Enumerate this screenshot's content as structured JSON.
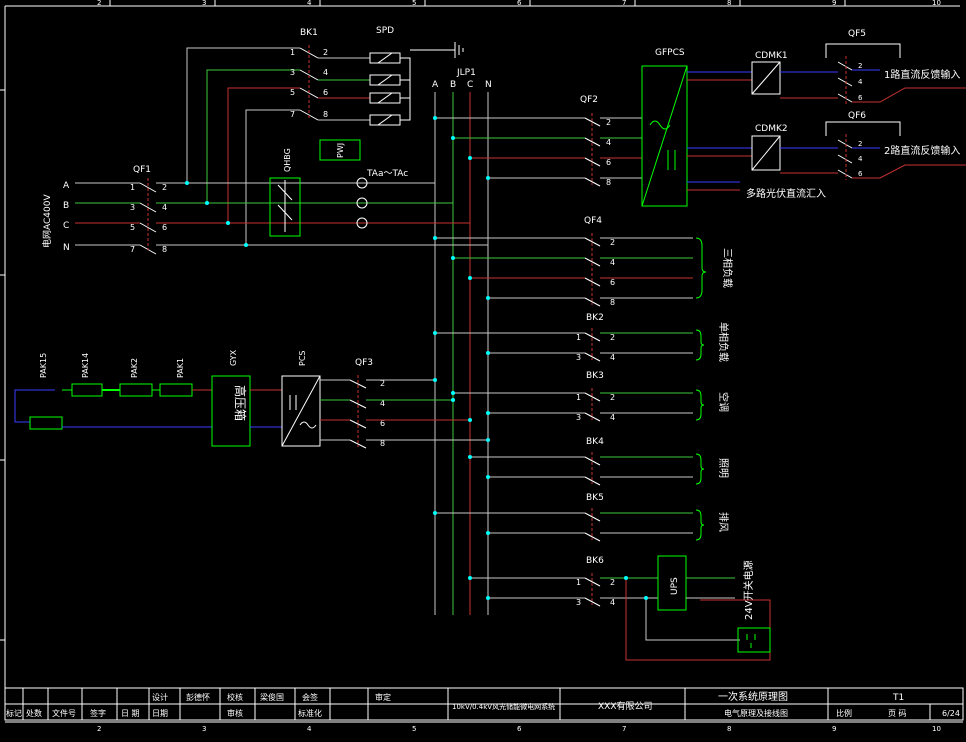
{
  "colors": {
    "background": "#000000",
    "frame": "#ffffff",
    "phase_a": "#c8c8c8",
    "phase_b": "#3cc83c",
    "phase_c": "#c83232",
    "neutral": "#c8c8c8",
    "dc_negative": "#3c3cff",
    "dc_positive": "#c83232",
    "equipment": "#00ff00",
    "label": "#ffffff",
    "junction": "#00ffff"
  },
  "ruler": {
    "numbers": [
      "2",
      "3",
      "4",
      "5",
      "6",
      "7",
      "8",
      "9",
      "10"
    ]
  },
  "labels": {
    "bk1": "BK1",
    "spd": "SPD",
    "jlp1": "JLP1",
    "bus_phases": [
      "A",
      "B",
      "C",
      "N"
    ],
    "gfpcs": "GFPCS",
    "cdmk1": "CDMK1",
    "cdmk2": "CDMK2",
    "qf5": "QF5",
    "qf6": "QF6",
    "dc_in_1": "1路直流反馈输入",
    "dc_in_2": "2路直流反馈输入",
    "pv_in": "多路光伏直流汇入",
    "qf1": "QF1",
    "grid": "电网AC400V",
    "grid_phases": [
      "A",
      "B",
      "C",
      "N"
    ],
    "qhbg": "QHBG",
    "pwj": "PWJ",
    "ta": "TAa～TAc",
    "qf2": "QF2",
    "qf3": "QF3",
    "qf4": "QF4",
    "bk2": "BK2",
    "bk3": "BK3",
    "bk4": "BK4",
    "bk5": "BK5",
    "bk6": "BK6",
    "load_three_phase": "三相负载",
    "load_single_phase": "单相负载",
    "load_ac": "空调",
    "load_lighting": "照明",
    "load_exhaust": "排风",
    "ups": "UPS",
    "psu_24v": "24V开关电源",
    "pak15": "PAK15",
    "pak14": "PAK14",
    "pak2": "PAK2",
    "pak1": "PAK1",
    "gyx": "GYX",
    "gyx_box": "高压箱",
    "pcs": "PCS",
    "pole_numbers": [
      "1",
      "2",
      "3",
      "4",
      "5",
      "6",
      "7",
      "8"
    ]
  },
  "title_block": {
    "row1": [
      "设计",
      "彭德怀",
      "校核",
      "梁俊国",
      "会签",
      "审定"
    ],
    "row2": [
      "标记",
      "处数",
      "文件号",
      "签字",
      "日 期",
      "日期",
      "审核",
      "标准化"
    ],
    "project": "10kV/0.4kV风光储能微电网系统",
    "company": "XXX有限公司",
    "drawing_title": "一次系统原理图",
    "drawing_subtitle": "电气原理及接线图",
    "code": "T1",
    "scale_label": "比例",
    "page_label": "页 码",
    "page": "6/24"
  }
}
